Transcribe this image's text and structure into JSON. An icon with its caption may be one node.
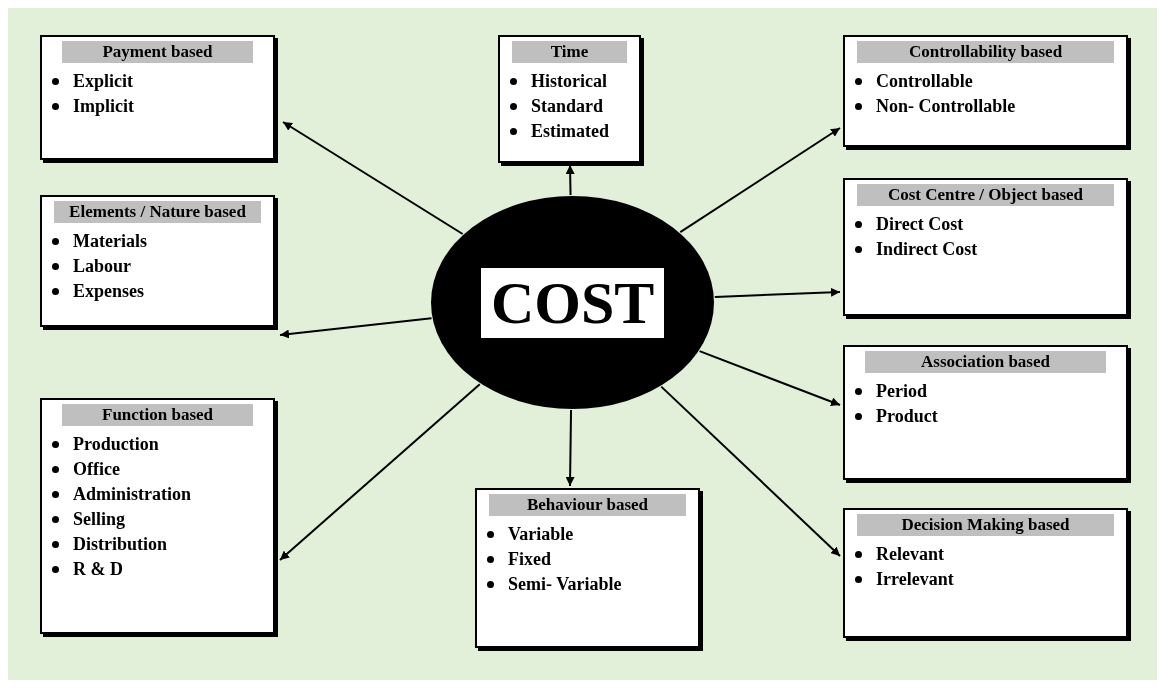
{
  "diagram": {
    "nodes": [
      {
        "text": [
          "Payment based",
          "Explicit",
          "Implicit"
        ]
      },
      {
        "text": [
          "Time",
          "Historical",
          "Standard",
          "Estimated"
        ]
      },
      {
        "text": [
          "Controllability based",
          "Controllable",
          "Non- Controllable"
        ]
      },
      {
        "text": [
          "Elements / Nature based",
          "Materials",
          "Labour",
          "Expenses"
        ]
      },
      {
        "text": [
          "Cost Centre / Object based",
          "Direct Cost",
          "Indirect Cost"
        ]
      },
      {
        "text": [
          "COST"
        ]
      },
      {
        "text": [
          "Association based",
          "Period",
          "Product"
        ]
      },
      {
        "text": [
          "Function based",
          "Production",
          "Office",
          "Administration",
          "Selling",
          "Distribution",
          "R & D"
        ]
      },
      {
        "text": [
          "Behaviour based",
          "Variable",
          "Fixed",
          "Semi- Variable"
        ]
      },
      {
        "text": [
          "Decision Making based",
          "Relevant",
          "Irrelevant"
        ]
      }
    ],
    "edges": [
      {
        "from": 5,
        "to": 0,
        "arrow": "to"
      },
      {
        "from": 5,
        "to": 1,
        "arrow": "to"
      },
      {
        "from": 5,
        "to": 2,
        "arrow": "to"
      },
      {
        "from": 5,
        "to": 3,
        "arrow": "to"
      },
      {
        "from": 5,
        "to": 4,
        "arrow": "to"
      },
      {
        "from": 5,
        "to": 6,
        "arrow": "to"
      },
      {
        "from": 5,
        "to": 7,
        "arrow": "to"
      },
      {
        "from": 5,
        "to": 8,
        "arrow": "to"
      },
      {
        "from": 5,
        "to": 9,
        "arrow": "to"
      }
    ]
  }
}
